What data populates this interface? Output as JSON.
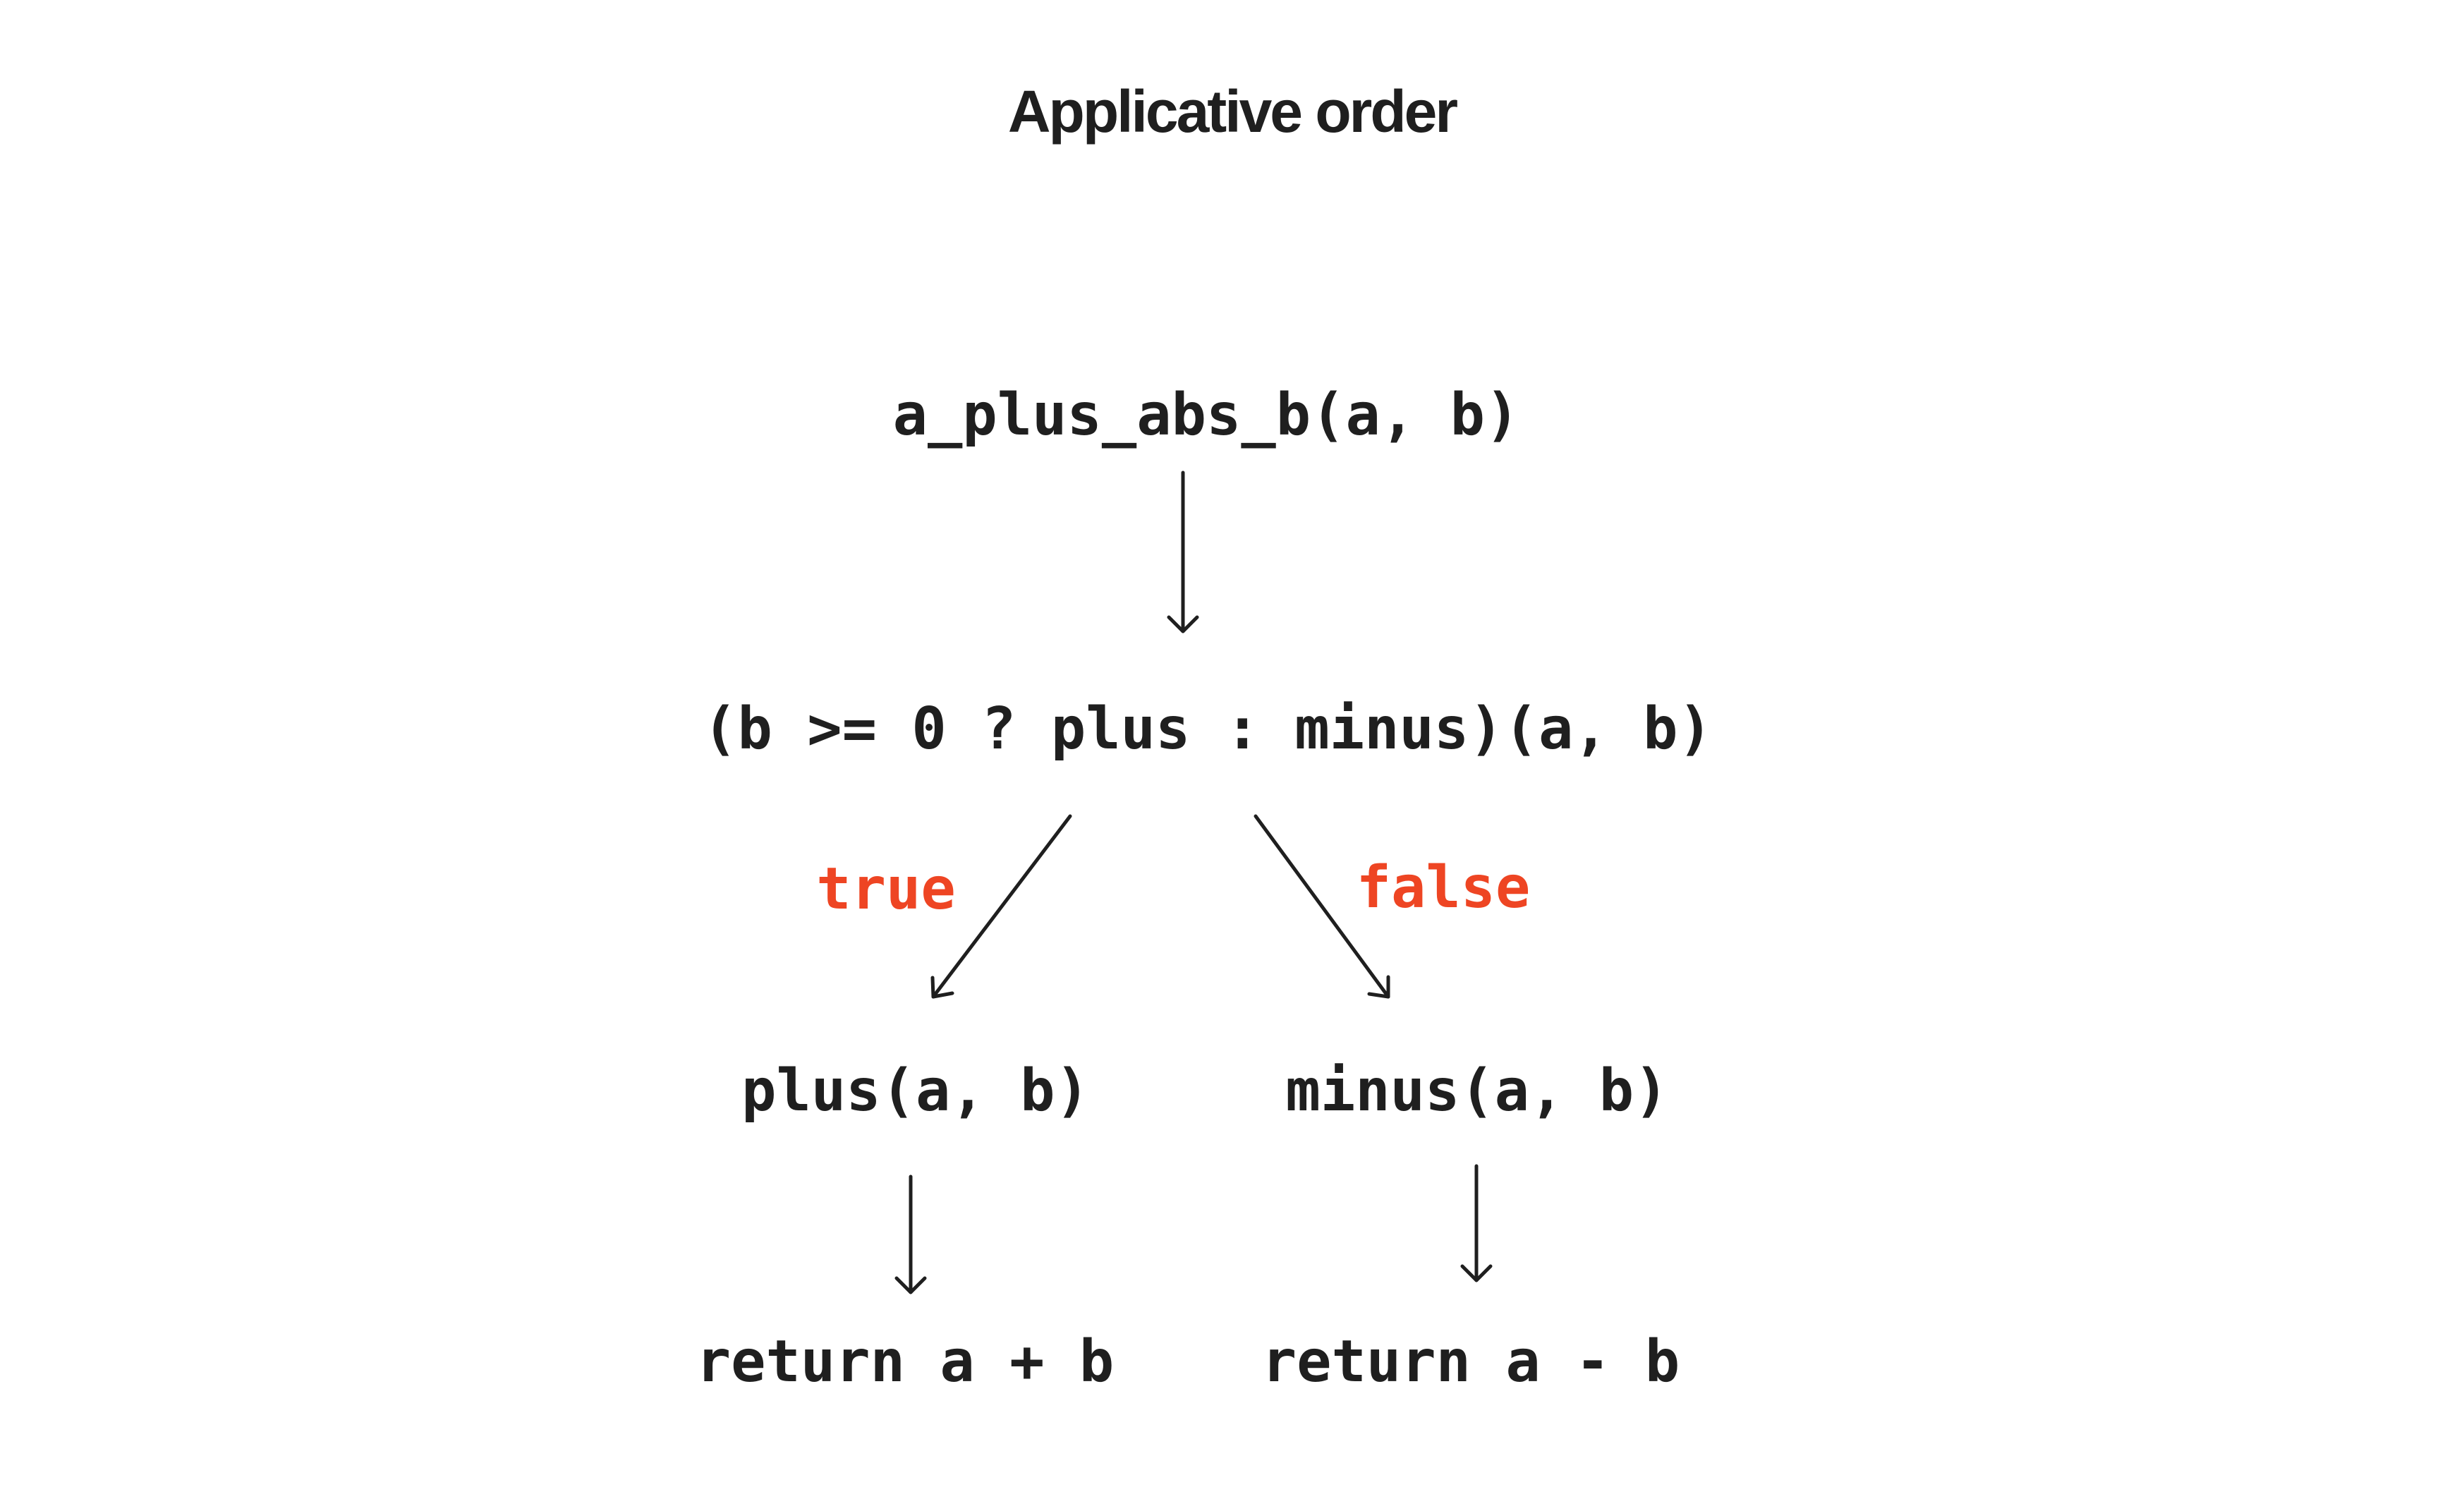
{
  "diagram": {
    "title": "Applicative order",
    "nodes": {
      "root": "a_plus_abs_b(a, b)",
      "conditional": "(b >= 0 ? plus : minus)(a, b)",
      "plus_call": "plus(a, b)",
      "minus_call": "minus(a, b)",
      "plus_return": "return a + b",
      "minus_return": "return a - b"
    },
    "edge_labels": {
      "true_branch": "true",
      "false_branch": "false"
    },
    "colors": {
      "text": "#1f1f1f",
      "branch_label": "#ee4523"
    }
  }
}
